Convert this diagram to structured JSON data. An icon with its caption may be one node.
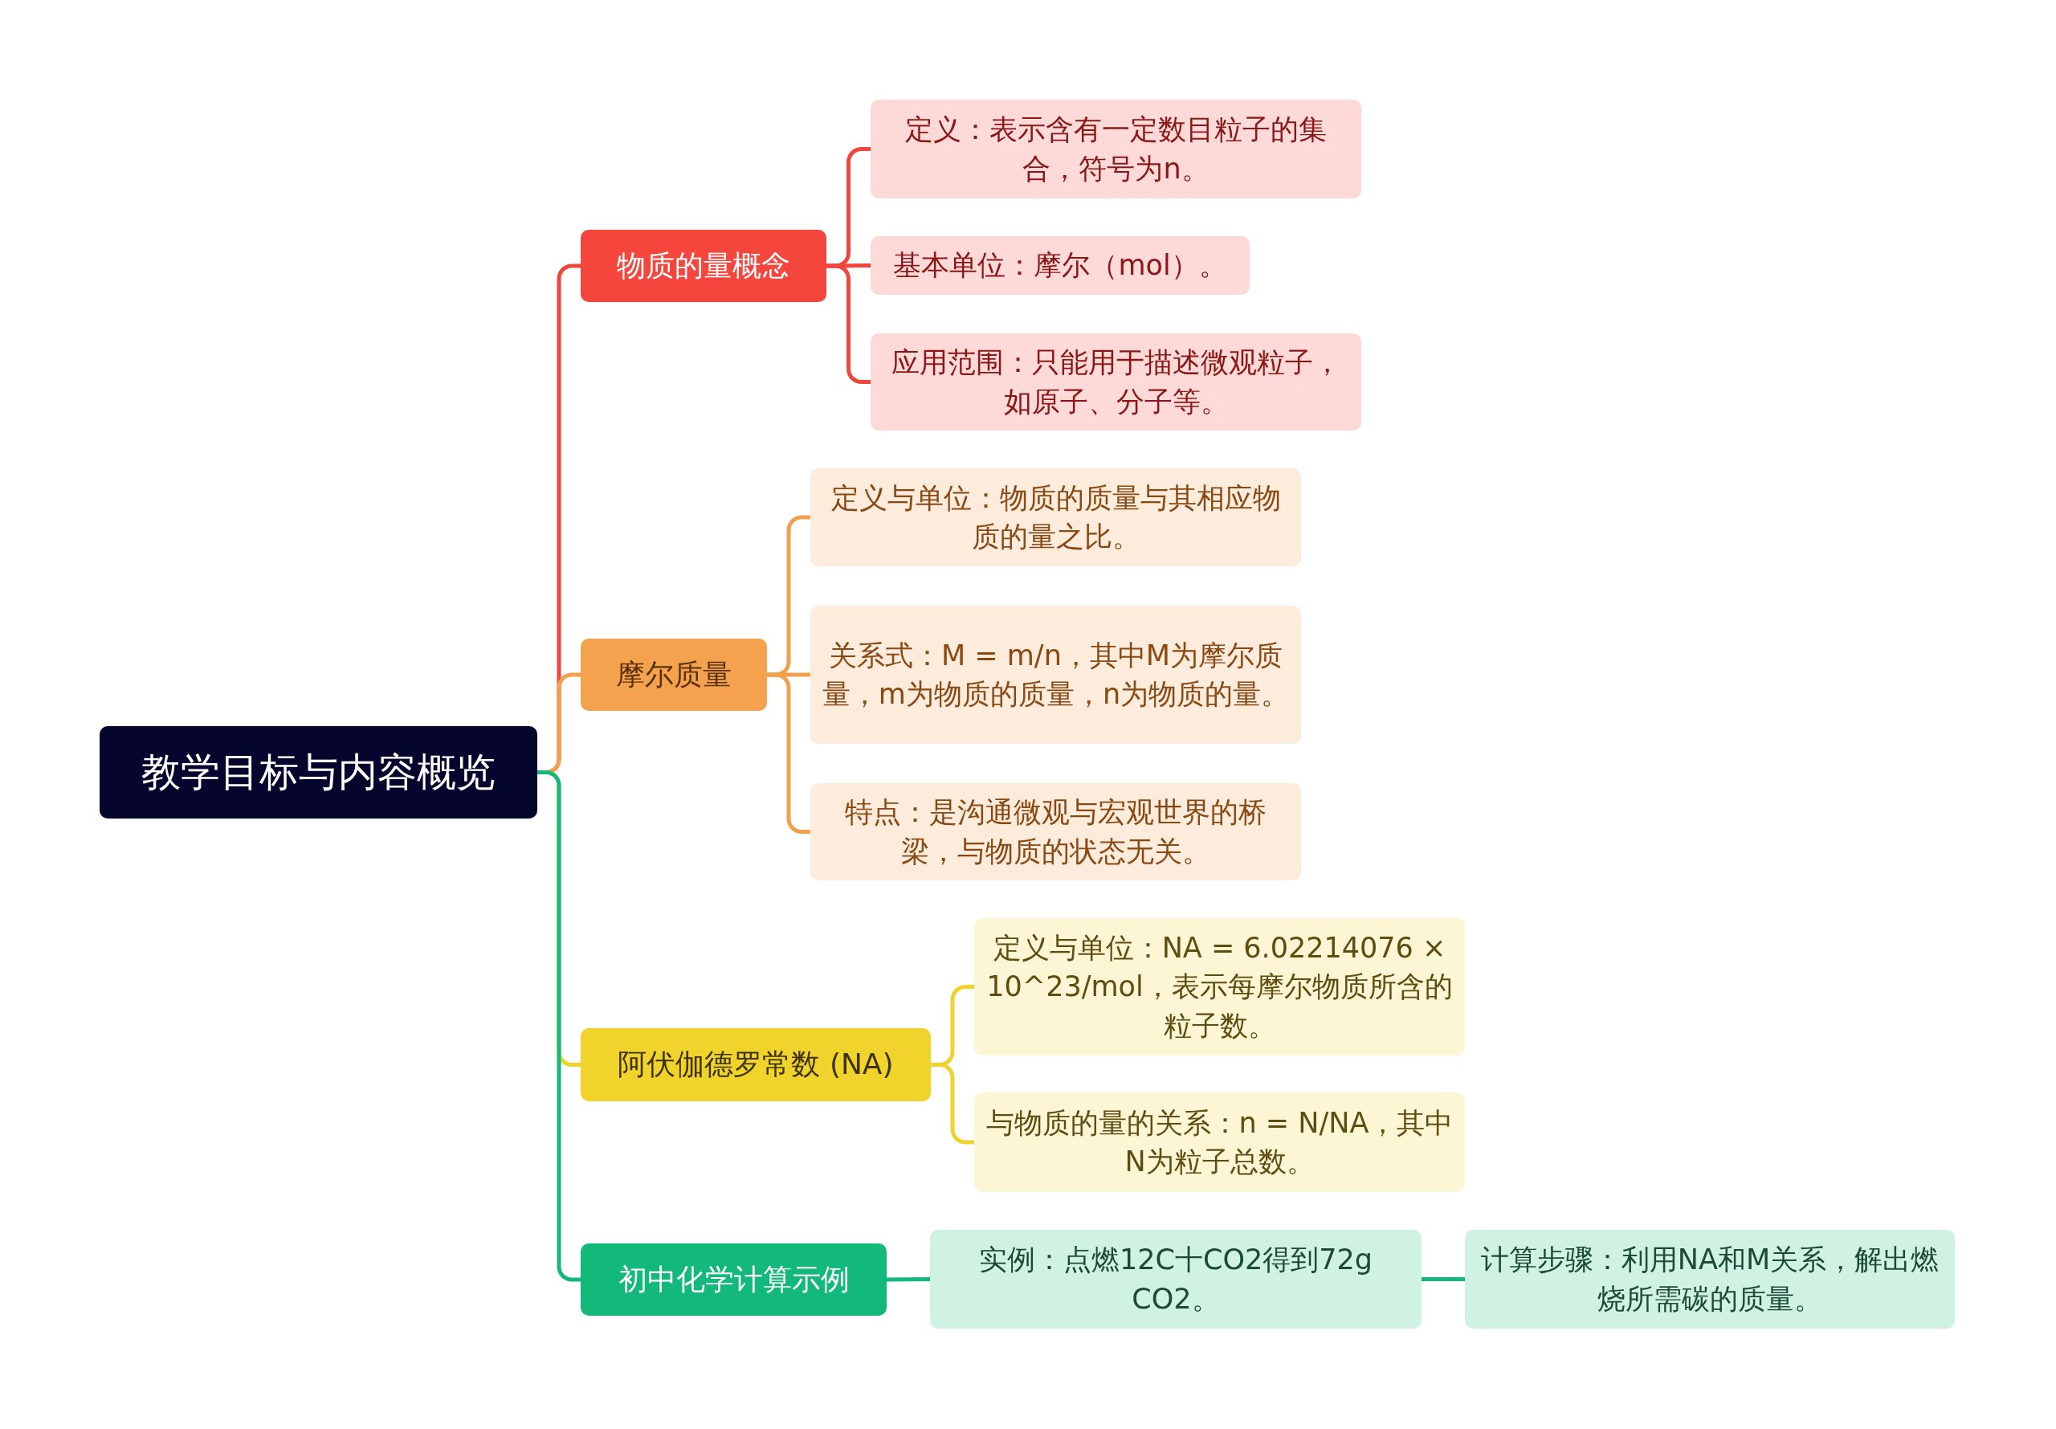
{
  "diagram": {
    "nodes": [
      {
        "text": [
          "教学目标与内容概览"
        ]
      },
      {
        "text": [
          "物质的量概念"
        ]
      },
      {
        "text": [
          "定义：表示含有一定数目粒子的集合，符号为n。"
        ]
      },
      {
        "text": [
          "基本单位：摩尔（mol）。"
        ]
      },
      {
        "text": [
          "应用范围：只能用于描述微观粒子，如原子、分子等。"
        ]
      },
      {
        "text": [
          "摩尔质量"
        ]
      },
      {
        "text": [
          "定义与单位：物质的质量与其相应物质的量之比。"
        ]
      },
      {
        "text": [
          "关系式：M = m/n，其中M为摩尔质量，m为物质的质量，n为物质的量。"
        ]
      },
      {
        "text": [
          "特点：是沟通微观与宏观世界的桥梁，与物质的状态无关。"
        ]
      },
      {
        "text": [
          "阿伏伽德罗常数 (NA)"
        ]
      },
      {
        "text": [
          "定义与单位：NA = 6.02214076 × 10^23/mol，表示每摩尔物质所含的粒子数。"
        ]
      },
      {
        "text": [
          "与物质的量的关系：n = N/NA，其中N为粒子总数。"
        ]
      },
      {
        "text": [
          "初中化学计算示例"
        ]
      },
      {
        "text": [
          "实例：点燃12C十CO2得到72g CO2。"
        ]
      },
      {
        "text": [
          "计算步骤：利用NA和M关系，解出燃烧所需碳的质量。"
        ]
      }
    ],
    "edges": [
      {
        "from": 0,
        "to": 1,
        "arrow": "none",
        "color": "#f0473d"
      },
      {
        "from": 0,
        "to": 5,
        "arrow": "none",
        "color": "#f2a04d"
      },
      {
        "from": 0,
        "to": 9,
        "arrow": "none",
        "color": "#efd22c"
      },
      {
        "from": 0,
        "to": 12,
        "arrow": "none",
        "color": "#14b87a"
      },
      {
        "from": 1,
        "to": 2,
        "arrow": "none",
        "color": "#f0473d"
      },
      {
        "from": 1,
        "to": 3,
        "arrow": "none",
        "color": "#f0473d"
      },
      {
        "from": 1,
        "to": 4,
        "arrow": "none",
        "color": "#f0473d"
      },
      {
        "from": 5,
        "to": 6,
        "arrow": "none",
        "color": "#f2a04d"
      },
      {
        "from": 5,
        "to": 7,
        "arrow": "none",
        "color": "#f2a04d"
      },
      {
        "from": 5,
        "to": 8,
        "arrow": "none",
        "color": "#f2a04d"
      },
      {
        "from": 9,
        "to": 10,
        "arrow": "none",
        "color": "#efd22c"
      },
      {
        "from": 9,
        "to": 11,
        "arrow": "none",
        "color": "#efd22c"
      },
      {
        "from": 12,
        "to": 13,
        "arrow": "none",
        "color": "#14b87a"
      },
      {
        "from": 13,
        "to": 14,
        "arrow": "none",
        "color": "#14b87a"
      }
    ]
  }
}
